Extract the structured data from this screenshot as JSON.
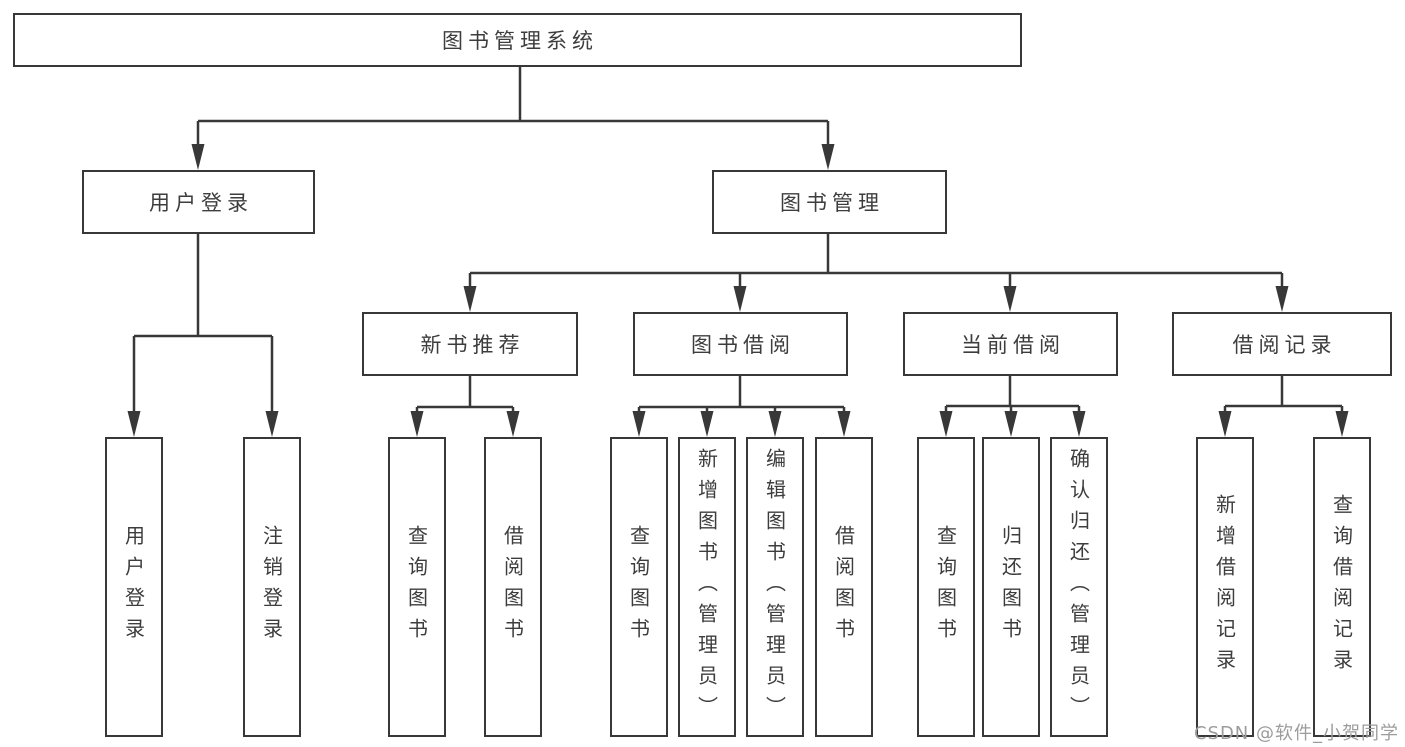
{
  "diagram": {
    "root": {
      "label": "图书管理系统",
      "children": [
        {
          "label": "用户登录",
          "children": [
            {
              "label": "用户登录"
            },
            {
              "label": "注销登录"
            }
          ]
        },
        {
          "label": "图书管理",
          "children": [
            {
              "label": "新书推荐",
              "children": [
                {
                  "label": "查询图书"
                },
                {
                  "label": "借阅图书"
                }
              ]
            },
            {
              "label": "图书借阅",
              "children": [
                {
                  "label": "查询图书"
                },
                {
                  "label": "新增图书（管理员）"
                },
                {
                  "label": "编辑图书（管理员）"
                },
                {
                  "label": "借阅图书"
                }
              ]
            },
            {
              "label": "当前借阅",
              "children": [
                {
                  "label": "查询图书"
                },
                {
                  "label": "归还图书"
                },
                {
                  "label": "确认归还（管理员）"
                }
              ]
            },
            {
              "label": "借阅记录",
              "children": [
                {
                  "label": "新增借阅记录"
                },
                {
                  "label": "查询借阅记录"
                }
              ]
            }
          ]
        }
      ]
    }
  },
  "watermark": {
    "text": "CSDN @软件_小贺同学"
  },
  "colors": {
    "line": "#383838",
    "text": "#3d3d3d",
    "watermark": "#9c9c9c",
    "background": "#ffffff"
  }
}
